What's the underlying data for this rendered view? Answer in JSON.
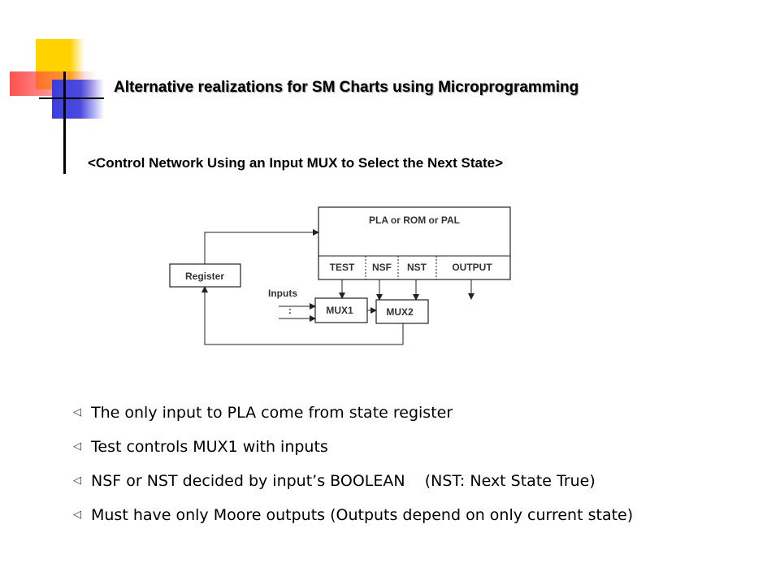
{
  "title": "Alternative realizations for SM Charts using Microprogramming",
  "subtitle": "<Control Network Using an Input MUX to Select the Next State>",
  "diagram": {
    "pla_label": "PLA or ROM or PAL",
    "fields": [
      "TEST",
      "NSF",
      "NST",
      "OUTPUT"
    ],
    "register_label": "Register",
    "inputs_label": "Inputs",
    "inputs_dots": ":",
    "mux1_label": "MUX1",
    "mux2_label": "MUX2"
  },
  "bullet_marker": "◁",
  "bullets": [
    "The only input to PLA come from state register",
    "Test controls MUX1 with inputs",
    "NSF or NST decided by input’s BOOLEAN    (NST: Next State True)",
    "Must have only Moore outputs (Outputs depend on only current state)"
  ]
}
